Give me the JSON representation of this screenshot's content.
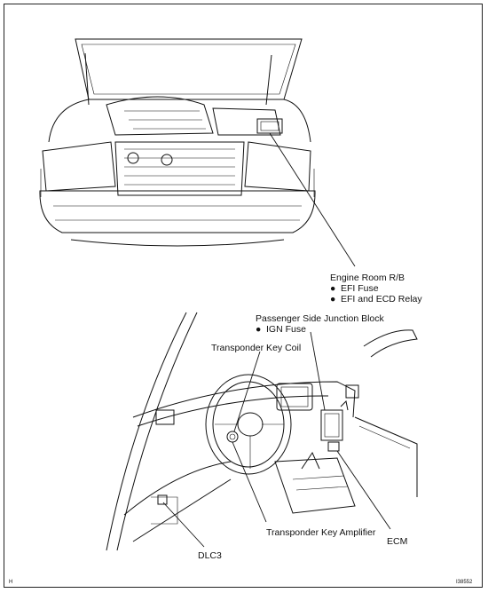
{
  "labels": {
    "engine_room_rb": "Engine Room R/B",
    "efi_fuse": "EFI Fuse",
    "efi_ecd_relay": "EFI and ECD Relay",
    "passenger_jb": "Passenger Side Junction Block",
    "ign_fuse": "IGN Fuse",
    "transponder_key_coil": "Transponder Key Coil",
    "transponder_key_amplifier": "Transponder Key Amplifier",
    "ecm": "ECM",
    "dlc3": "DLC3"
  },
  "bullet": "●",
  "corner_letter": "H",
  "figure_code": "I38552"
}
